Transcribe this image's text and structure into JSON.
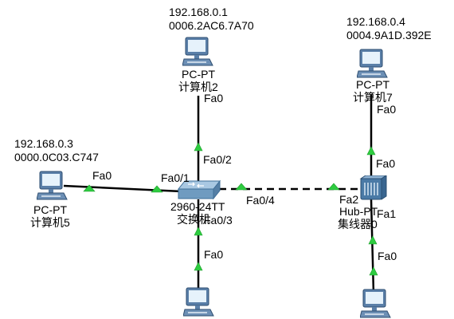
{
  "pc1": {
    "ip": "192.168.0.1",
    "mac": "0006.2AC6.7A70",
    "model": "PC-PT",
    "name": "计算机2"
  },
  "pc3": {
    "ip": "192.168.0.4",
    "mac": "0004.9A1D.392E",
    "model": "PC-PT",
    "name": "计算机7"
  },
  "pc5": {
    "ip": "192.168.0.3",
    "mac": "0000.0C03.C747",
    "model": "PC-PT",
    "name": "计算机5"
  },
  "switch": {
    "model": "2960-24TT",
    "name": "交换机"
  },
  "hub": {
    "model": "Hub-PT",
    "name": "集线器0"
  },
  "ports": {
    "pc1_fa0": "Fa0",
    "sw_fa0_2": "Fa0/2",
    "pc5_fa0": "Fa0",
    "sw_fa0_1": "Fa0/1",
    "sw_fa0_4": "Fa0/4",
    "hub_fa2": "Fa2",
    "pc3_fa0": "Fa0",
    "hub_fa0": "Fa0",
    "hub_fa1": "Fa1",
    "hub_bottom_fa0": "Fa0",
    "sw_fa0_3": "Fa0/3",
    "pc_bottom_left_fa0": "Fa0"
  },
  "colors": {
    "link": "#000000",
    "link_up": "#2ecc40",
    "pc_body": "#5a7fa8",
    "pc_screen": "#e6f2fb",
    "switch_body": "#6f9bc0",
    "hub_body": "#4a7aa6"
  }
}
